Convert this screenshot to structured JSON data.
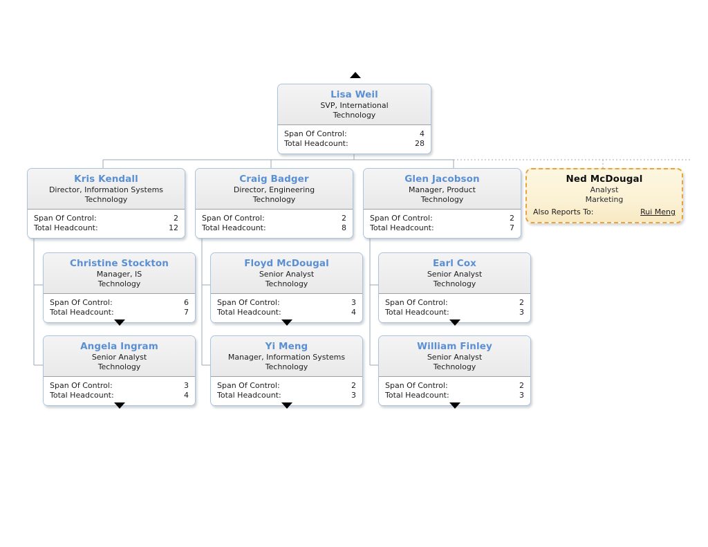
{
  "chart": {
    "type": "org-chart",
    "stat_labels": {
      "span": "Span Of Control:",
      "headcount": "Total Headcount:",
      "also_reports_to": "Also Reports To:"
    },
    "colors": {
      "node_name": "#5b8fd4",
      "node_border": "#a9c2dd",
      "highlight_border": "#e8a33d",
      "highlight_background": "#fbf1d4",
      "connector": "#9aa7b4",
      "triangle": "#000000"
    },
    "nodes": {
      "root": {
        "name": "Lisa Weil",
        "title": "SVP, International",
        "dept": "Technology",
        "span": "4",
        "headcount": "28"
      },
      "kris": {
        "name": "Kris Kendall",
        "title": "Director, Information Systems",
        "dept": "Technology",
        "span": "2",
        "headcount": "12"
      },
      "craig": {
        "name": "Craig Badger",
        "title": "Director, Engineering",
        "dept": "Technology",
        "span": "2",
        "headcount": "8"
      },
      "glen": {
        "name": "Glen Jacobson",
        "title": "Manager, Product",
        "dept": "Technology",
        "span": "2",
        "headcount": "7"
      },
      "ned": {
        "name": "Ned McDougal",
        "title": "Analyst",
        "dept": "Marketing",
        "also_reports_to_name": "Rui Meng"
      },
      "christine": {
        "name": "Christine Stockton",
        "title": "Manager, IS",
        "dept": "Technology",
        "span": "6",
        "headcount": "7"
      },
      "floyd": {
        "name": "Floyd McDougal",
        "title": "Senior Analyst",
        "dept": "Technology",
        "span": "3",
        "headcount": "4"
      },
      "earl": {
        "name": "Earl Cox",
        "title": "Senior Analyst",
        "dept": "Technology",
        "span": "2",
        "headcount": "3"
      },
      "angela": {
        "name": "Angela Ingram",
        "title": "Senior Analyst",
        "dept": "Technology",
        "span": "3",
        "headcount": "4"
      },
      "yi": {
        "name": "Yi Meng",
        "title": "Manager, Information Systems",
        "dept": "Technology",
        "span": "2",
        "headcount": "3"
      },
      "william": {
        "name": "William Finley",
        "title": "Senior Analyst",
        "dept": "Technology",
        "span": "2",
        "headcount": "3"
      }
    }
  }
}
